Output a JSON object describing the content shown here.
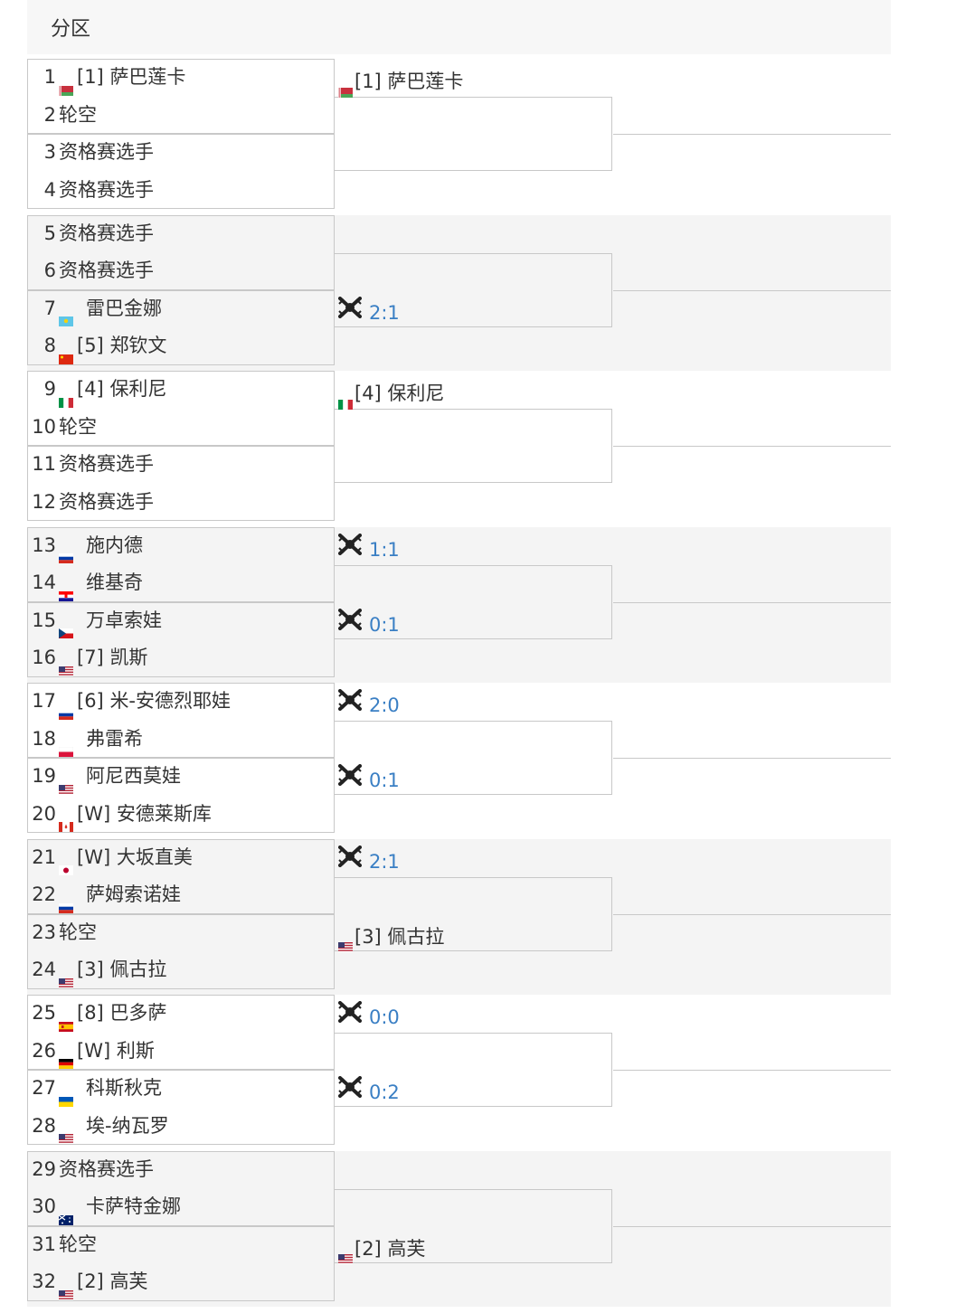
{
  "header": {
    "title": "分区"
  },
  "players": [
    {
      "num": "1",
      "flag": "by",
      "seed": "[1]",
      "name": "萨巴莲卡"
    },
    {
      "num": "2",
      "flag": "",
      "seed": "",
      "name": "轮空"
    },
    {
      "num": "3",
      "flag": "",
      "seed": "",
      "name": "资格赛选手"
    },
    {
      "num": "4",
      "flag": "",
      "seed": "",
      "name": "资格赛选手"
    },
    {
      "num": "5",
      "flag": "",
      "seed": "",
      "name": "资格赛选手"
    },
    {
      "num": "6",
      "flag": "",
      "seed": "",
      "name": "资格赛选手"
    },
    {
      "num": "7",
      "flag": "kz",
      "seed": "",
      "name": "雷巴金娜"
    },
    {
      "num": "8",
      "flag": "cn",
      "seed": "[5]",
      "name": "郑钦文"
    },
    {
      "num": "9",
      "flag": "it",
      "seed": "[4]",
      "name": "保利尼"
    },
    {
      "num": "10",
      "flag": "",
      "seed": "",
      "name": "轮空"
    },
    {
      "num": "11",
      "flag": "",
      "seed": "",
      "name": "资格赛选手"
    },
    {
      "num": "12",
      "flag": "",
      "seed": "",
      "name": "资格赛选手"
    },
    {
      "num": "13",
      "flag": "ru",
      "seed": "",
      "name": "施内德"
    },
    {
      "num": "14",
      "flag": "hr",
      "seed": "",
      "name": "维基奇"
    },
    {
      "num": "15",
      "flag": "cz",
      "seed": "",
      "name": "万卓索娃"
    },
    {
      "num": "16",
      "flag": "us",
      "seed": "[7]",
      "name": "凯斯"
    },
    {
      "num": "17",
      "flag": "ru",
      "seed": "[6]",
      "name": "米-安德烈耶娃"
    },
    {
      "num": "18",
      "flag": "pl",
      "seed": "",
      "name": "弗雷希"
    },
    {
      "num": "19",
      "flag": "us",
      "seed": "",
      "name": "阿尼西莫娃"
    },
    {
      "num": "20",
      "flag": "ca",
      "seed": "[W]",
      "name": "安德莱斯库"
    },
    {
      "num": "21",
      "flag": "jp",
      "seed": "[W]",
      "name": "大坂直美"
    },
    {
      "num": "22",
      "flag": "ru",
      "seed": "",
      "name": "萨姆索诺娃"
    },
    {
      "num": "23",
      "flag": "",
      "seed": "",
      "name": "轮空"
    },
    {
      "num": "24",
      "flag": "us",
      "seed": "[3]",
      "name": "佩古拉"
    },
    {
      "num": "25",
      "flag": "es",
      "seed": "[8]",
      "name": "巴多萨"
    },
    {
      "num": "26",
      "flag": "de",
      "seed": "[W]",
      "name": "利斯"
    },
    {
      "num": "27",
      "flag": "ua",
      "seed": "",
      "name": "科斯秋克"
    },
    {
      "num": "28",
      "flag": "us",
      "seed": "",
      "name": "埃-纳瓦罗"
    },
    {
      "num": "29",
      "flag": "",
      "seed": "",
      "name": "资格赛选手"
    },
    {
      "num": "30",
      "flag": "au",
      "seed": "",
      "name": "卡萨特金娜"
    },
    {
      "num": "31",
      "flag": "",
      "seed": "",
      "name": "轮空"
    },
    {
      "num": "32",
      "flag": "us",
      "seed": "[2]",
      "name": "高芙"
    }
  ],
  "round2": [
    {
      "flag": "by",
      "label": "[1] 萨巴莲卡",
      "score": ""
    },
    {
      "flag": "",
      "label": "",
      "score": ""
    },
    {
      "flag": "",
      "label": "",
      "score": ""
    },
    {
      "flag": "",
      "label": "",
      "score": "2:1"
    },
    {
      "flag": "it",
      "label": "[4] 保利尼",
      "score": ""
    },
    {
      "flag": "",
      "label": "",
      "score": ""
    },
    {
      "flag": "",
      "label": "",
      "score": "1:1"
    },
    {
      "flag": "",
      "label": "",
      "score": "0:1"
    },
    {
      "flag": "",
      "label": "",
      "score": "2:0"
    },
    {
      "flag": "",
      "label": "",
      "score": "0:1"
    },
    {
      "flag": "",
      "label": "",
      "score": "2:1"
    },
    {
      "flag": "us",
      "label": "[3] 佩古拉",
      "score": ""
    },
    {
      "flag": "",
      "label": "",
      "score": "0:0"
    },
    {
      "flag": "",
      "label": "",
      "score": "0:2"
    },
    {
      "flag": "",
      "label": "",
      "score": ""
    },
    {
      "flag": "us",
      "label": "[2] 高芙",
      "score": ""
    }
  ],
  "colors": {
    "band_shaded": "#f4f4f4",
    "border": "#c8c8c8",
    "score_blue": "#3a7fc4"
  }
}
